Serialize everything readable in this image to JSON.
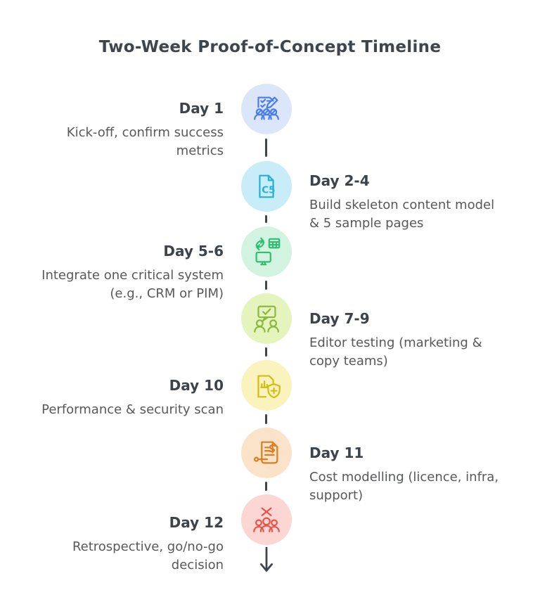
{
  "title": "Two-Week Proof-of-Concept Timeline",
  "theme": {
    "background": "#ffffff",
    "title_color": "#3f454d",
    "day_color": "#3d434b",
    "desc_color": "#57585a",
    "line_color": "#3f454d"
  },
  "milestones": [
    {
      "day": "Day 1",
      "description": "Kick-off, confirm success metrics",
      "side": "left",
      "icon": "checklist-pencil-team-icon",
      "circle_bg": "#dbe6fb",
      "icon_color": "#4a7cf0"
    },
    {
      "day": "Day 2-4",
      "description": "Build skeleton content model & 5 sample pages",
      "side": "right",
      "icon": "document-c5-icon",
      "icon_text": "C5",
      "circle_bg": "#c9edf8",
      "icon_color": "#24b0d8"
    },
    {
      "day": "Day 5-6",
      "description": "Integrate one critical system (e.g., CRM or PIM)",
      "side": "left",
      "icon": "system-sync-monitor-icon",
      "circle_bg": "#d2f3e0",
      "icon_color": "#2fbf71"
    },
    {
      "day": "Day 7-9",
      "description": "Editor testing (marketing & copy teams)",
      "side": "right",
      "icon": "approval-bubble-people-icon",
      "circle_bg": "#e5f4bd",
      "icon_color": "#8cb83f"
    },
    {
      "day": "Day 10",
      "description": "Performance & security scan",
      "side": "left",
      "icon": "report-shield-scan-icon",
      "circle_bg": "#fbf3bd",
      "icon_color": "#d4bc14"
    },
    {
      "day": "Day 11",
      "description": "Cost modelling (licence, infra, support)",
      "side": "right",
      "icon": "cost-invoice-dollar-icon",
      "circle_bg": "#fae3c8",
      "icon_color": "#dd7d22"
    },
    {
      "day": "Day 12",
      "description": "Retrospective, go/no-go decision",
      "side": "left",
      "icon": "no-go-team-icon",
      "circle_bg": "#fbd6d2",
      "icon_color": "#e8534a"
    }
  ]
}
